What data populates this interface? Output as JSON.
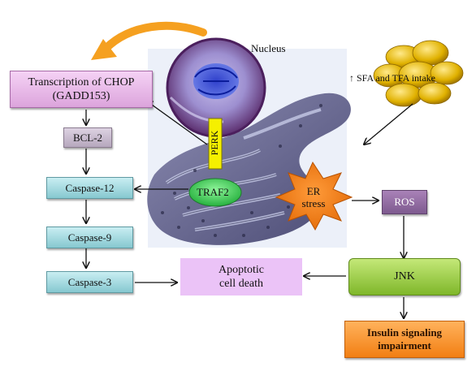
{
  "diagram": {
    "nodes": {
      "chop": {
        "line1": "Transcription of CHOP",
        "line2": "(GADD153)"
      },
      "bcl2": "BCL-2",
      "caspase12": "Caspase-12",
      "caspase9": "Caspase-9",
      "caspase3": "Caspase-3",
      "apoptotic": {
        "line1": "Apoptotic",
        "line2": "cell death"
      },
      "nucleus": "Nucleus",
      "perk": "PERK",
      "traf2": "TRAF2",
      "er_stress": {
        "line1": "ER",
        "line2": "stress"
      },
      "ros": "ROS",
      "jnk": "JNK",
      "insulin": {
        "line1": "Insulin signaling",
        "line2": "impairment"
      },
      "sfa_tfa": "↑ SFA and TFA intake"
    },
    "colors": {
      "chop": "#e9bde9",
      "bcl2": "#c7b9cc",
      "caspase": "#a9dde3",
      "apoptotic": "#ebc3f7",
      "ros": "#8f6aa0",
      "jnk": "#9fcf4b",
      "insulin": "#f7902a",
      "traf2": "#3fcf5a",
      "perk": "#f5f000",
      "er_stress": "#f5861a",
      "orange_arrow": "#f5a020"
    },
    "icons": [
      "nucleus-icon",
      "endoplasmic-reticulum-icon",
      "fat-droplets-icon"
    ]
  }
}
